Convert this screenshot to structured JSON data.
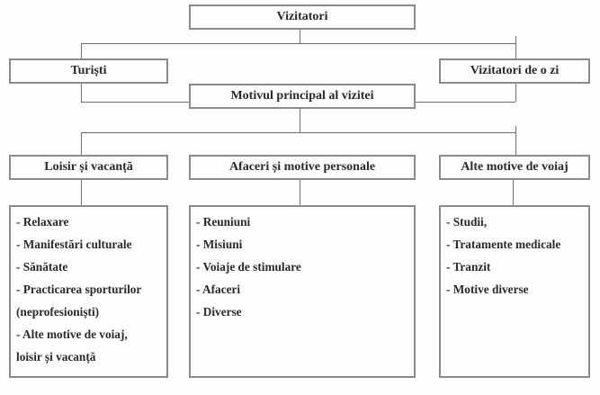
{
  "root": "Vizitatori",
  "level1": [
    "Turiști",
    "Vizitatori de o zi"
  ],
  "purpose": "Motivul principal al vizitei",
  "categories": [
    {
      "title": "Loisir și vacanță",
      "items": [
        "- Relaxare",
        "- Manifestări culturale",
        "- Sănătate",
        "- Practicarea sporturilor",
        "(neprofesioniști)",
        "- Alte motive de voiaj,",
        "loisir și vacanță"
      ]
    },
    {
      "title": "Afaceri și motive personale",
      "items": [
        "- Reuniuni",
        "- Misiuni",
        "- Voiaje de stimulare",
        "- Afaceri",
        "- Diverse"
      ]
    },
    {
      "title": "Alte motive de voiaj",
      "items": [
        "- Studii,",
        "- Tratamente medicale",
        "- Tranzit",
        "- Motive diverse"
      ]
    }
  ]
}
